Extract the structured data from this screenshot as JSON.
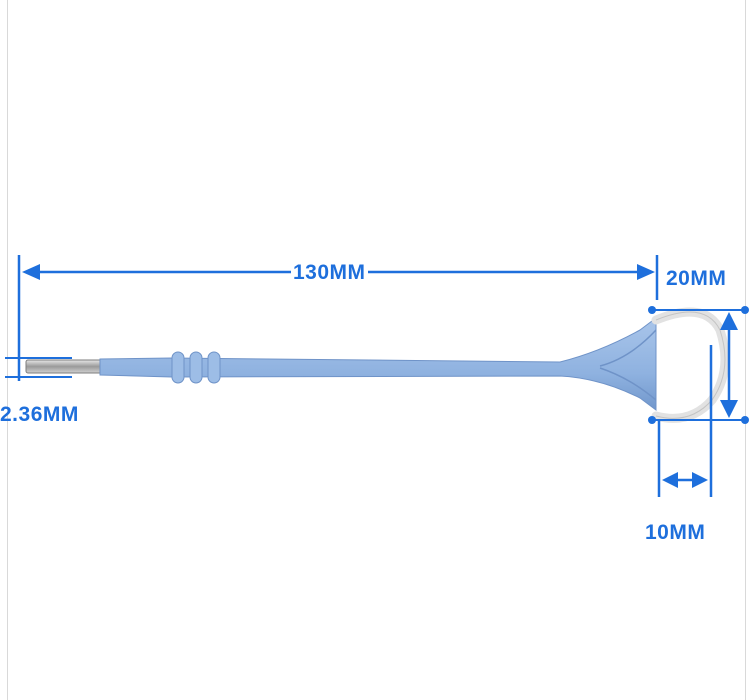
{
  "dimensions": {
    "length": "130MM",
    "loop_width": "20MM",
    "pin_diameter": "2.36MM",
    "loop_depth": "10MM"
  },
  "colors": {
    "dimension_blue": "#1e6fdc",
    "electrode_body": "#8fb2e0",
    "electrode_shadow": "#6f93c8",
    "pin_metal": "#b9b9b9",
    "loop_wire": "#e6e6e6",
    "background": "#ffffff"
  }
}
